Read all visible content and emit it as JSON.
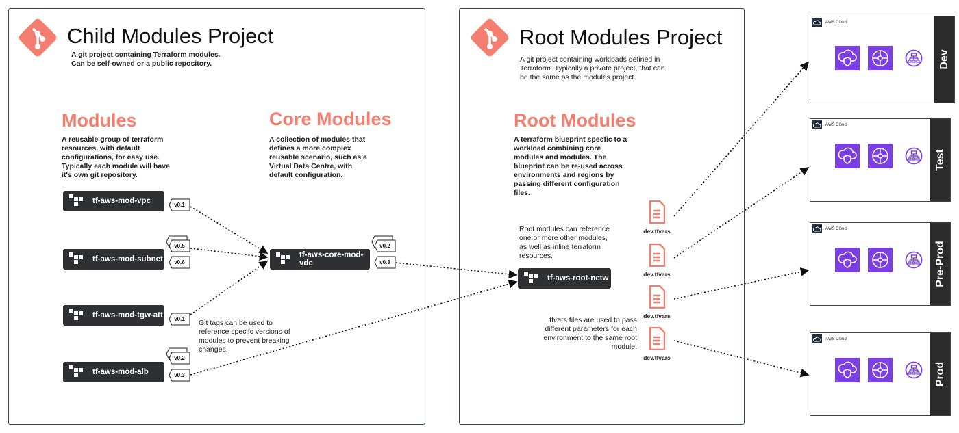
{
  "child": {
    "title": "Child Modules Project",
    "desc": "A git project containing Terraform modules. Can be self-owned or a public repository.",
    "modules_heading": "Modules",
    "modules_desc": "A reusable group of terraform resources, with default configurations, for easy use. Typically each module will have it's own git repository.",
    "core_heading": "Core Modules",
    "core_desc": "A collection of modules that defines a more complex reusable scenario, such as a Virtual Data Centre, with default configuration.",
    "modules": [
      "tf-aws-mod-vpc",
      "tf-aws-mod-subnet",
      "tf-aws-mod-tgw-att",
      "tf-aws-mod-alb"
    ],
    "core_module": "tf-aws-core-mod-vdc",
    "tags": {
      "vpc": "v0.1",
      "subnet_a": "v0.5",
      "subnet_b": "v0.6",
      "tgw": "v0.1",
      "alb_a": "v0.2",
      "alb_b": "v0.3",
      "core_a": "v0.2",
      "core_b": "v0.3"
    },
    "git_tags_note": "Git tags can be used to reference specifc versions of modules to prevent breaking changes,"
  },
  "root": {
    "title": "Root Modules Project",
    "desc": "A git project containing workloads defined in Terraform. Typically a private project, that can be the same as the modules project.",
    "heading": "Root Modules",
    "heading_desc": "A terraform blueprint specfic to a workload combining  core modules and modules. The blueprint can be re-used across environments and regions by passing different configuration files.",
    "ref_note": "Root modules can reference one or more other modules, as well as inline terraform resources.",
    "root_module": "tf-aws-root-netw",
    "tfvars_note": "tfvars files are used to pass different parameters for each environment to the same root module.",
    "tfvars": [
      "dev.tfvars",
      "dev.tfvars",
      "dev.tfvars",
      "dev.tfvars"
    ]
  },
  "environments": [
    {
      "name": "Dev",
      "cloud": "AWS Cloud"
    },
    {
      "name": "Test",
      "cloud": "AWS Cloud"
    },
    {
      "name": "Pre-Prod",
      "cloud": "AWS Cloud"
    },
    {
      "name": "Prod",
      "cloud": "AWS Cloud"
    }
  ],
  "colors": {
    "accent": "#f47f70",
    "module_bg": "#2f3033",
    "aws_purple": "#7b3fe4",
    "border": "#3a4a5c"
  },
  "icons": {
    "git": "git-logo-icon",
    "terraform": "terraform-icon",
    "file": "file-icon",
    "aws_cloud": "aws-cloud-icon",
    "shield": "cloud-shield-icon",
    "tgw": "transit-gateway-icon",
    "lb": "load-balancer-icon"
  }
}
